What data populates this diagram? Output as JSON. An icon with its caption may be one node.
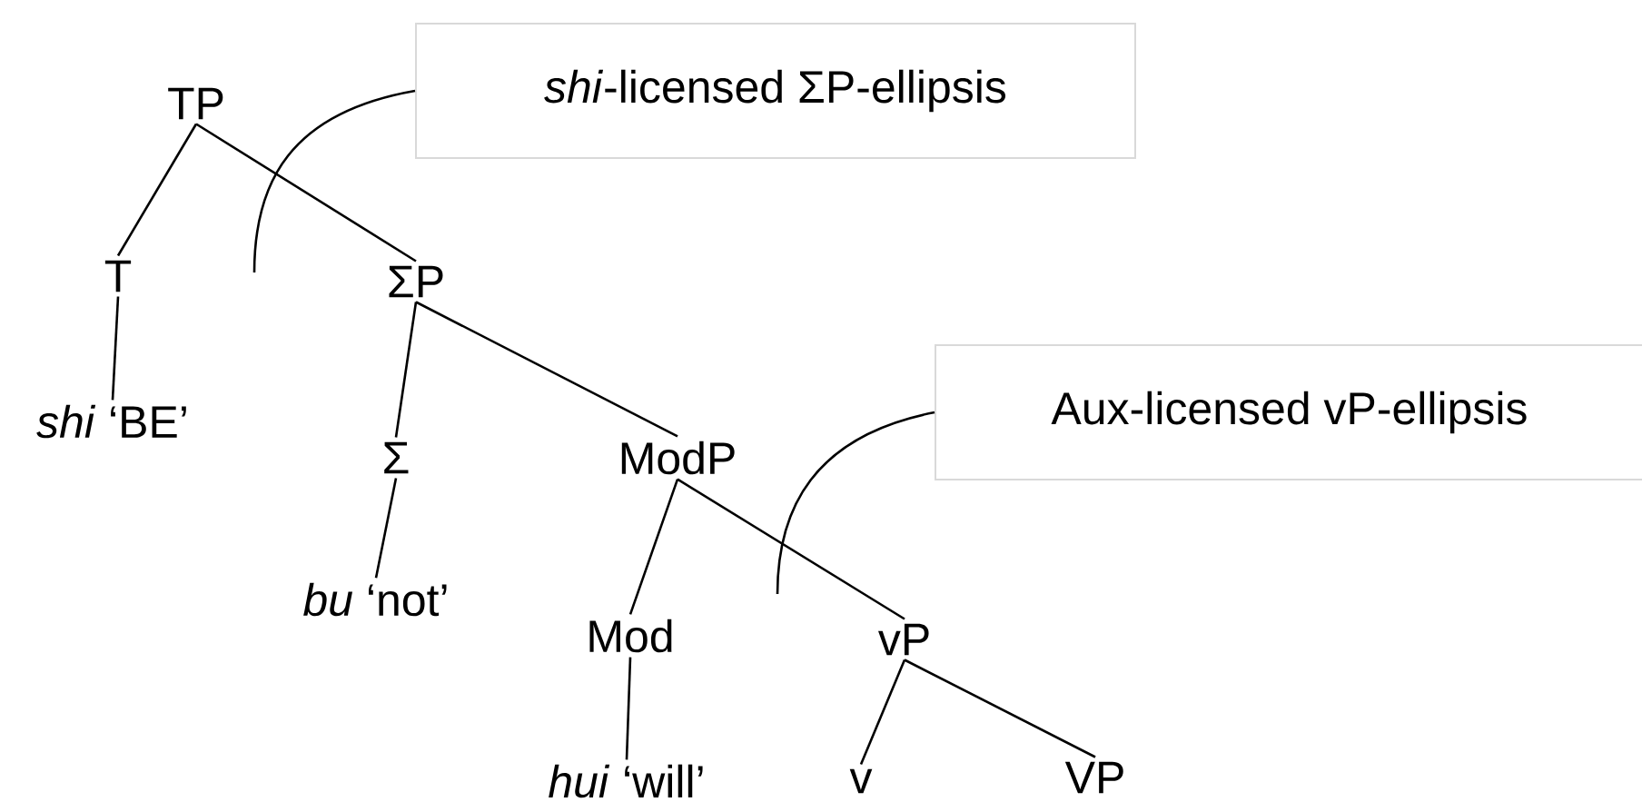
{
  "diagram": {
    "nodes": [
      {
        "text": [
          "TP"
        ]
      },
      {
        "text": [
          "T"
        ]
      },
      {
        "text": [
          "ΣP"
        ]
      },
      {
        "text": [
          "*shi* ‘BE’"
        ]
      },
      {
        "text": [
          "Σ"
        ]
      },
      {
        "text": [
          "ModP"
        ]
      },
      {
        "text": [
          "*bu* ‘not’"
        ]
      },
      {
        "text": [
          "Mod"
        ]
      },
      {
        "text": [
          "vP"
        ]
      },
      {
        "text": [
          "*hui* ‘will’"
        ]
      },
      {
        "text": [
          "v"
        ]
      },
      {
        "text": [
          "VP"
        ]
      },
      {
        "text": [
          "*shi*-licensed ΣP-ellipsis"
        ]
      },
      {
        "text": [
          "Aux-licensed vP-ellipsis"
        ]
      }
    ],
    "edges": [
      {
        "from": 0,
        "to": 1,
        "arrow": "none"
      },
      {
        "from": 0,
        "to": 2,
        "arrow": "none"
      },
      {
        "from": 1,
        "to": 3,
        "arrow": "none"
      },
      {
        "from": 2,
        "to": 4,
        "arrow": "none"
      },
      {
        "from": 2,
        "to": 5,
        "arrow": "none"
      },
      {
        "from": 4,
        "to": 6,
        "arrow": "none"
      },
      {
        "from": 5,
        "to": 7,
        "arrow": "none"
      },
      {
        "from": 5,
        "to": 8,
        "arrow": "none"
      },
      {
        "from": 7,
        "to": 9,
        "arrow": "none"
      },
      {
        "from": 8,
        "to": 10,
        "arrow": "none"
      },
      {
        "from": 8,
        "to": 11,
        "arrow": "none"
      },
      {
        "from": 12,
        "to": null,
        "arrow": "none"
      },
      {
        "from": 13,
        "to": null,
        "arrow": "none"
      }
    ]
  }
}
